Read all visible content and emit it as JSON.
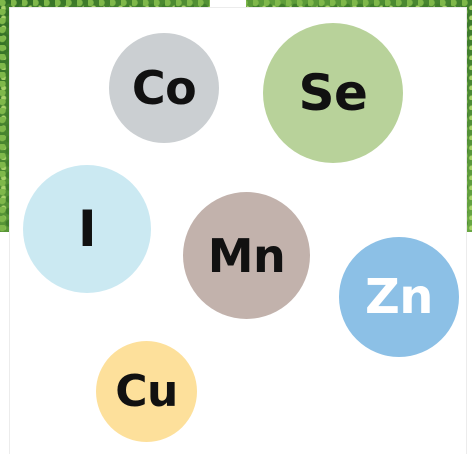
{
  "elements": [
    {
      "symbol": "Co",
      "color": "#cbcfd2"
    },
    {
      "symbol": "Se",
      "color": "#b8d29a"
    },
    {
      "symbol": "I",
      "color": "#cbe9f2"
    },
    {
      "symbol": "Mn",
      "color": "#c2b2ac"
    },
    {
      "symbol": "Zn",
      "color": "#8cc0e6"
    },
    {
      "symbol": "Cu",
      "color": "#fde09b"
    }
  ]
}
